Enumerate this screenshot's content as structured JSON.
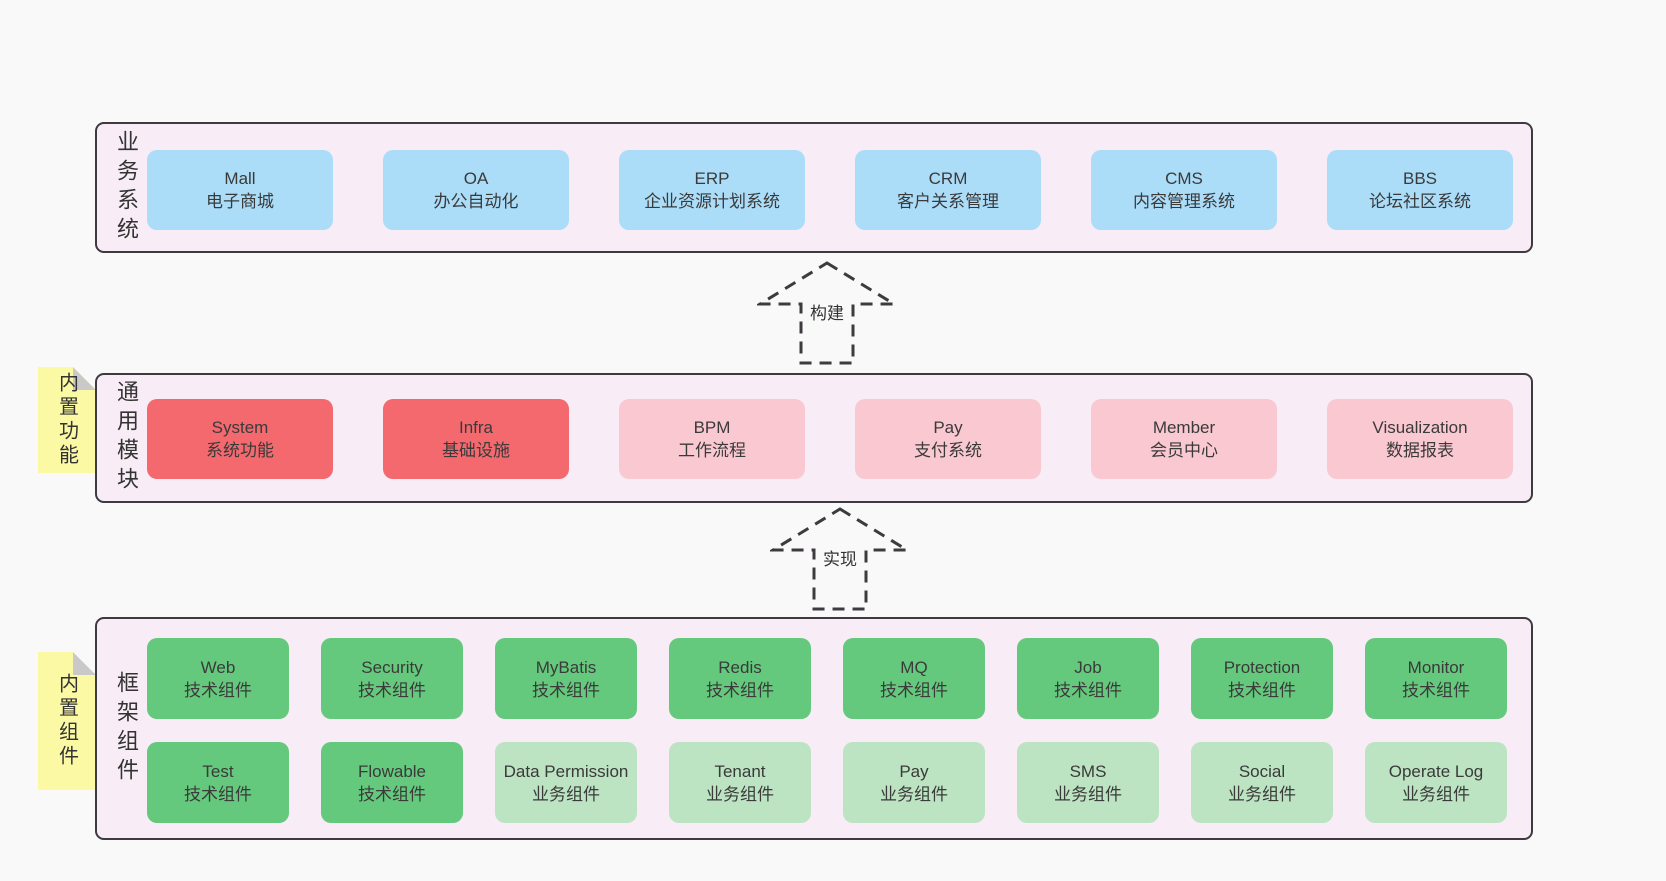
{
  "layers": {
    "business": {
      "side_label": "业务系统",
      "boxes": [
        {
          "en": "Mall",
          "zh": "电子商城"
        },
        {
          "en": "OA",
          "zh": "办公自动化"
        },
        {
          "en": "ERP",
          "zh": "企业资源计划系统"
        },
        {
          "en": "CRM",
          "zh": "客户关系管理"
        },
        {
          "en": "CMS",
          "zh": "内容管理系统"
        },
        {
          "en": "BBS",
          "zh": "论坛社区系统"
        }
      ]
    },
    "modules": {
      "side_label": "通用模块",
      "sticky_label": "内置功能",
      "boxes": [
        {
          "en": "System",
          "zh": "系统功能"
        },
        {
          "en": "Infra",
          "zh": "基础设施"
        },
        {
          "en": "BPM",
          "zh": "工作流程"
        },
        {
          "en": "Pay",
          "zh": "支付系统"
        },
        {
          "en": "Member",
          "zh": "会员中心"
        },
        {
          "en": "Visualization",
          "zh": "数据报表"
        }
      ]
    },
    "components": {
      "side_label": "框架组件",
      "sticky_label": "内置组件",
      "row1": [
        {
          "en": "Web",
          "zh": "技术组件"
        },
        {
          "en": "Security",
          "zh": "技术组件"
        },
        {
          "en": "MyBatis",
          "zh": "技术组件"
        },
        {
          "en": "Redis",
          "zh": "技术组件"
        },
        {
          "en": "MQ",
          "zh": "技术组件"
        },
        {
          "en": "Job",
          "zh": "技术组件"
        },
        {
          "en": "Protection",
          "zh": "技术组件"
        },
        {
          "en": "Monitor",
          "zh": "技术组件"
        }
      ],
      "row2": [
        {
          "en": "Test",
          "zh": "技术组件"
        },
        {
          "en": "Flowable",
          "zh": "技术组件"
        },
        {
          "en": "Data Permission",
          "zh": "业务组件"
        },
        {
          "en": "Tenant",
          "zh": "业务组件"
        },
        {
          "en": "Pay",
          "zh": "业务组件"
        },
        {
          "en": "SMS",
          "zh": "业务组件"
        },
        {
          "en": "Social",
          "zh": "业务组件"
        },
        {
          "en": "Operate Log",
          "zh": "业务组件"
        }
      ]
    }
  },
  "arrows": {
    "build": "构建",
    "implement": "实现"
  },
  "colors": {
    "page_bg": "#f9f9f9",
    "panel_bg": "#f8edf6",
    "panel_border": "#3e3a40",
    "blue": "#abdcf8",
    "red": "#f4696e",
    "pink": "#f9c8d0",
    "green": "#64c97c",
    "light_green": "#bce3c2",
    "yellow": "#fcf9a4",
    "fold_gray": "#c9c9c9",
    "text": "#3a3a3a"
  }
}
